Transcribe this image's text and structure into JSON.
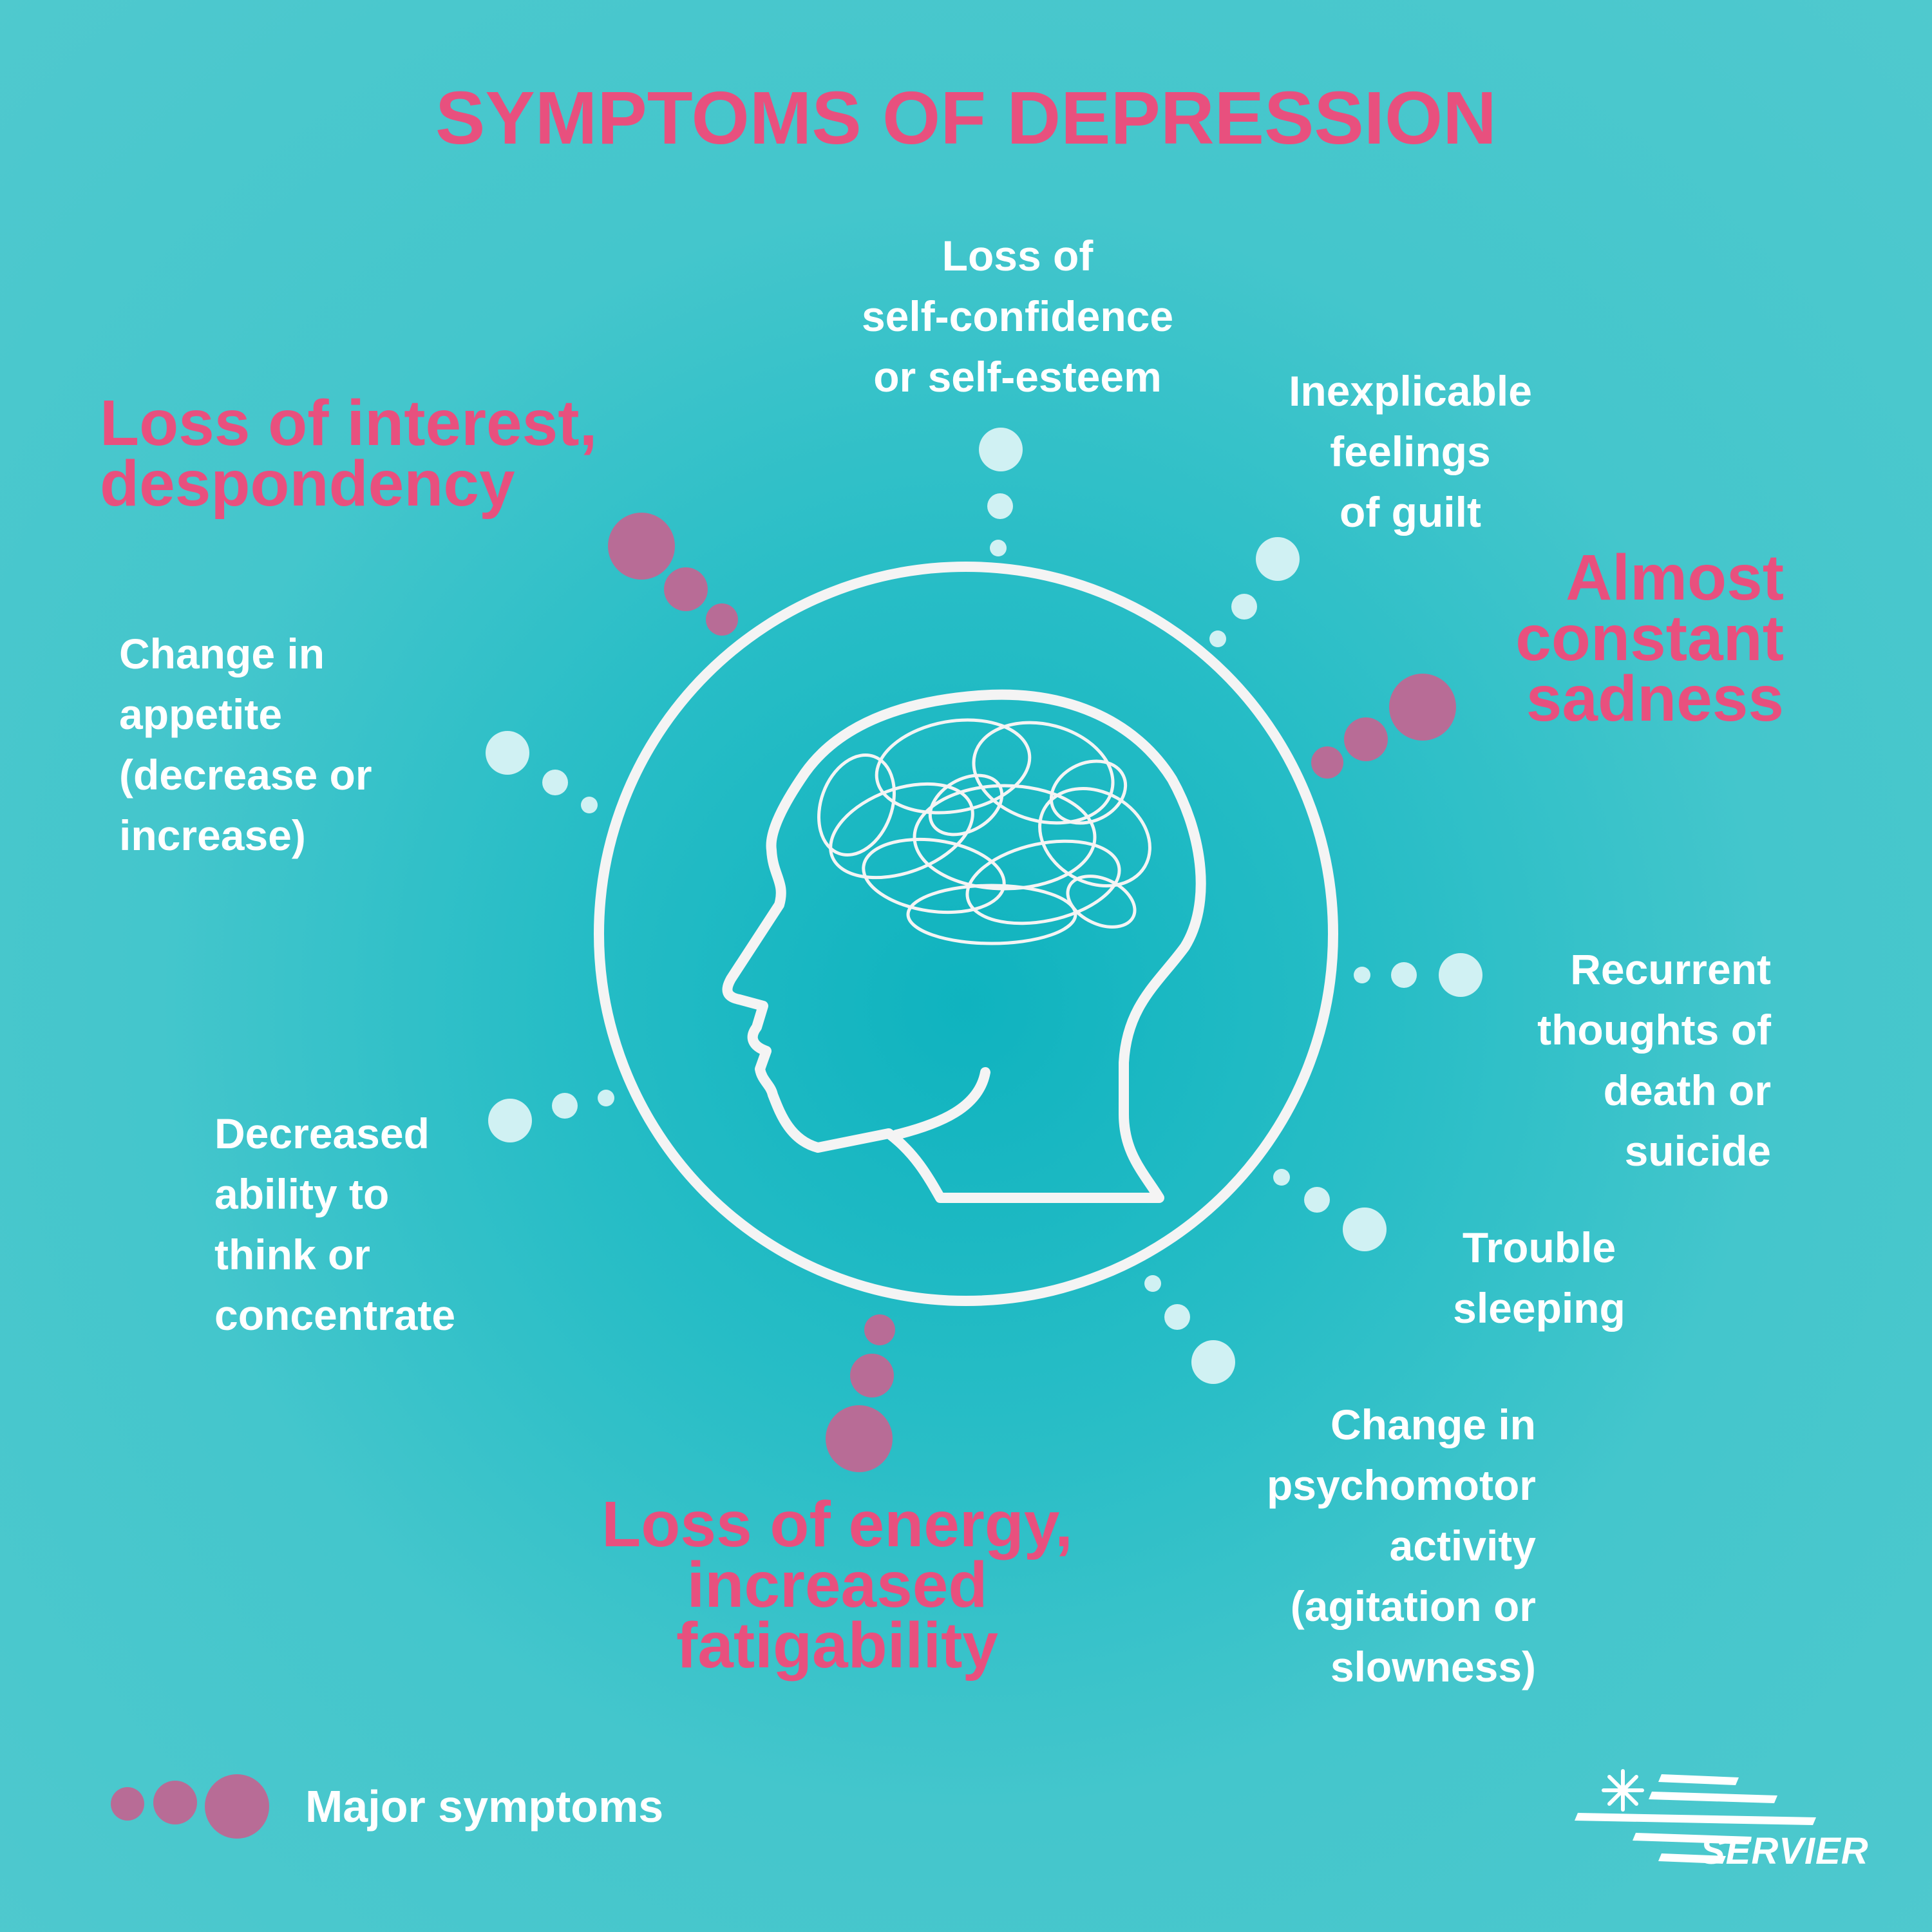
{
  "title": "SYMPTOMS OF DEPRESSION",
  "colors": {
    "background": "#27bdc6",
    "major_text": "#e8507e",
    "major_dot": "#b86c96",
    "minor_dot": "#d0f1f3",
    "minor_text": "#ffffff"
  },
  "center_icon": "head-with-tangled-thoughts-icon",
  "major_symptoms": {
    "interest": [
      "Loss of interest,",
      "despondency"
    ],
    "sadness": [
      "Almost",
      "constant",
      "sadness"
    ],
    "energy": [
      "Loss of energy,",
      "increased",
      "fatigability"
    ]
  },
  "symptoms": {
    "self_confidence": [
      "Loss of",
      "self-confidence",
      "or self-esteem"
    ],
    "guilt": [
      "Inexplicable",
      "feelings",
      "of guilt"
    ],
    "appetite": [
      "Change in",
      "appetite",
      "(decrease or",
      "increase)"
    ],
    "death_thoughts": [
      "Recurrent",
      "thoughts of",
      "death or",
      "suicide"
    ],
    "concentration": [
      "Decreased",
      "ability to",
      "think or",
      "concentrate"
    ],
    "sleep": [
      "Trouble",
      "sleeping"
    ],
    "psychomotor": [
      "Change in",
      "psychomotor",
      "activity",
      "(agitation or",
      "slowness)"
    ]
  },
  "legend": {
    "label": "Major symptoms"
  },
  "brand": {
    "name": "SERVIER",
    "icon": "servier-star-logo-icon"
  }
}
